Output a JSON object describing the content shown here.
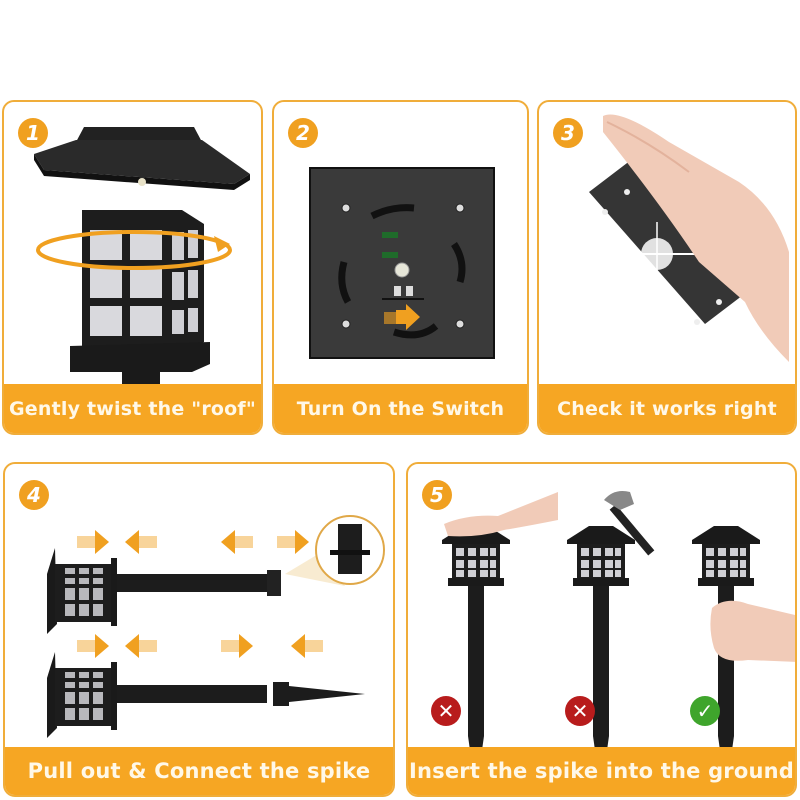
{
  "colors": {
    "accent": "#f6a623",
    "border": "#f0ad3a",
    "caption_text": "#fff8e8",
    "product_black": "#1c1c1c",
    "wrong_red": "#b81c1c",
    "right_green": "#3fa52c"
  },
  "steps": [
    {
      "number": "1",
      "caption": "Gently twist the \"roof\"",
      "icon": "lantern-twist-icon"
    },
    {
      "number": "2",
      "caption": "Turn On the Switch",
      "icon": "switch-panel-icon"
    },
    {
      "number": "3",
      "caption": "Check it works right",
      "icon": "hand-cover-light-icon"
    },
    {
      "number": "4",
      "caption": "Pull out & Connect the spike",
      "icon": "connect-spike-icon"
    },
    {
      "number": "5",
      "caption": "Insert the spike into the ground",
      "icon": "insert-spike-icon"
    }
  ],
  "step5_marks": [
    {
      "label": "hand press",
      "status": "wrong",
      "glyph": "✕"
    },
    {
      "label": "hammer",
      "status": "wrong",
      "glyph": "✕"
    },
    {
      "label": "hand hold",
      "status": "right",
      "glyph": "✓"
    }
  ]
}
